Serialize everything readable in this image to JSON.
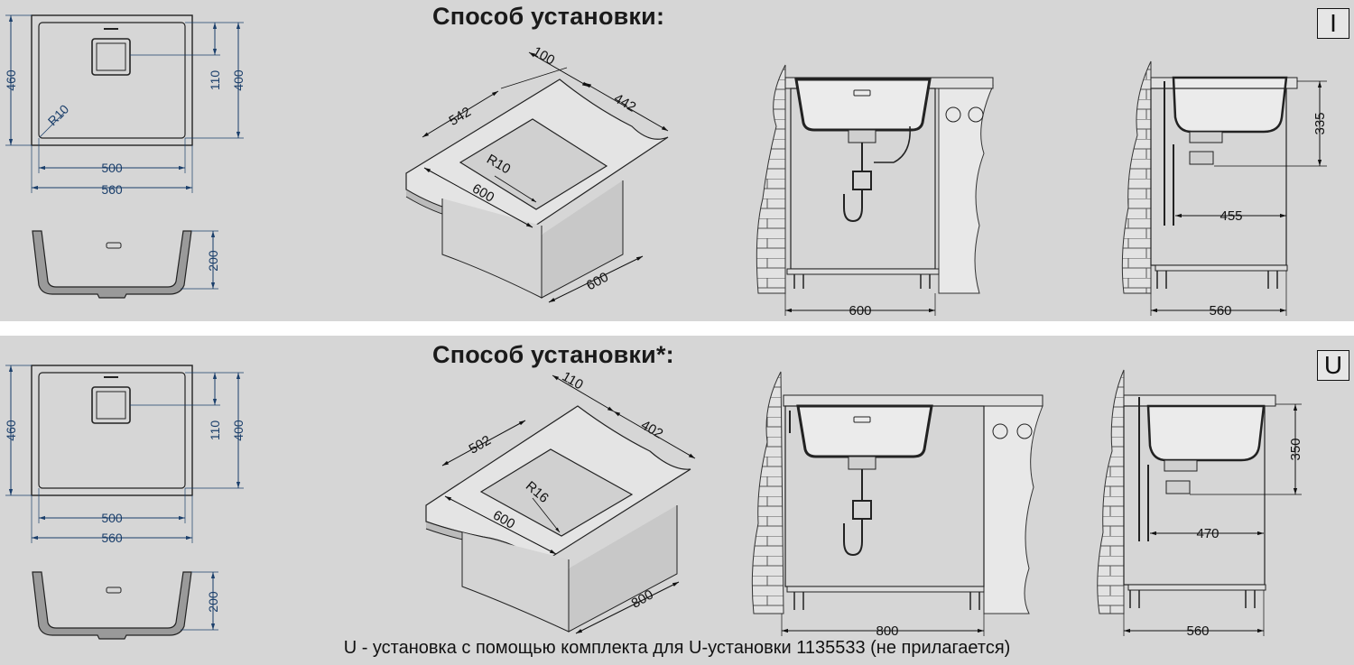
{
  "top_panel": {
    "title": "Способ установки:",
    "badge": "I",
    "plan_dims": {
      "depth_outer": "460",
      "depth_inner": "400",
      "drain_offset": "110",
      "radius": "R10",
      "width_inner": "500",
      "width_outer": "560"
    },
    "section_dims": {
      "height": "200"
    },
    "cutout_dims": {
      "d100": "100",
      "d442": "442",
      "d542": "542",
      "radius": "R10",
      "d600a": "600",
      "d600b": "600"
    },
    "front_dims": {
      "cabinet": "600"
    },
    "side_dims": {
      "height": "335",
      "depth": "455",
      "cabinet": "560"
    }
  },
  "bottom_panel": {
    "title": "Способ установки*:",
    "badge": "U",
    "plan_dims": {
      "depth_outer": "460",
      "depth_inner": "400",
      "drain_offset": "110",
      "width_inner": "500",
      "width_outer": "560"
    },
    "section_dims": {
      "height": "200"
    },
    "cutout_dims": {
      "d110": "110",
      "d402": "402",
      "d502": "502",
      "radius": "R16",
      "d600": "600",
      "d800": "800"
    },
    "front_dims": {
      "cabinet": "800"
    },
    "side_dims": {
      "height": "350",
      "depth": "470",
      "cabinet": "560"
    }
  },
  "footnote": "U - установка с помощью комплекта для U-установки 1135533 (не прилагается)"
}
